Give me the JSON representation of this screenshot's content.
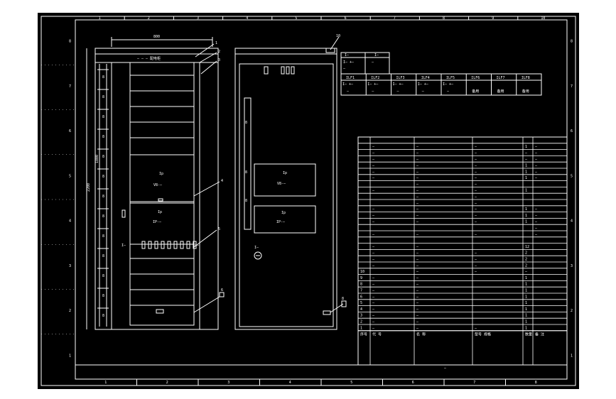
{
  "colors": {
    "background": "#000000",
    "line": "#ffffff",
    "page": "#ffffff"
  },
  "frame": {
    "top_columns": [
      "1",
      "2",
      "3",
      "4",
      "5",
      "6",
      "7",
      "8",
      "9",
      "10"
    ],
    "bottom_columns": [
      "1",
      "2",
      "3",
      "4",
      "5",
      "6",
      "7",
      "8"
    ],
    "row_markers": [
      "8",
      "7",
      "6",
      "5",
      "4",
      "3",
      "2",
      "1"
    ]
  },
  "front_view": {
    "title_label": "— — —  配电柜",
    "width_dim": "800",
    "height_dim": "2200",
    "inner_height_dim": "1800",
    "callouts": [
      "1",
      "2",
      "3",
      "4",
      "5",
      "6"
    ],
    "side_dims": [
      "8",
      "8",
      "8",
      "8",
      "8",
      "8",
      "8",
      "8",
      "8",
      "8",
      "8",
      "8",
      "8"
    ],
    "panel1_label": "Ip",
    "panel1_value": "V8-—",
    "panel2_label": "Ip",
    "panel2_value": "IP-—",
    "left_tag": "I—",
    "right_tag": "IL—"
  },
  "side_view": {
    "callout_top": "10",
    "panel1_label": "Ip",
    "panel1_value": "V8-—",
    "panel2_label": "Ip",
    "panel2_value": "IP-—",
    "meter_tag": "I—",
    "callout_bottom": "8"
  },
  "circuit_table": {
    "top_row": [
      "I—",
      "I—",
      "—"
    ],
    "row_a": [
      "I— +—",
      "—"
    ],
    "header": [
      "ILF1",
      "ILF2",
      "ILF3",
      "ILF4",
      "ILF5",
      "ILF6",
      "ILF7",
      "ILF8"
    ],
    "spec": [
      "I— +—",
      "I— +—",
      "I— +—",
      "I— +—",
      "I— +—"
    ],
    "use": [
      "—",
      "—",
      "—",
      "—",
      "—",
      "备用",
      "备用",
      "备用"
    ]
  },
  "parts_list": {
    "rows": [
      [
        "",
        "",
        "",
        "",
        "",
        ""
      ],
      [
        "",
        "—",
        "—",
        "—",
        "1",
        "—"
      ],
      [
        "",
        "—",
        "—",
        "—",
        "—",
        "—"
      ],
      [
        "",
        "—",
        "—",
        "—",
        "—",
        "—"
      ],
      [
        "",
        "—",
        "—",
        "—",
        "1",
        "—"
      ],
      [
        "",
        "—",
        "—",
        "—",
        "1",
        "—"
      ],
      [
        "",
        "—",
        "—",
        "—",
        "1",
        "—"
      ],
      [
        "",
        "",
        "—",
        "—",
        "",
        ""
      ],
      [
        "",
        "—",
        "—",
        "—",
        "1",
        ""
      ],
      [
        "",
        "",
        "—",
        "—",
        "",
        ""
      ],
      [
        "",
        "",
        "—",
        "—",
        "",
        ""
      ],
      [
        "",
        "—",
        "—",
        "—",
        "1",
        "—"
      ],
      [
        "",
        "—",
        "—",
        "—",
        "1",
        "—"
      ],
      [
        "",
        "—",
        "—",
        "—",
        "1",
        "—"
      ],
      [
        "",
        "",
        "",
        "",
        "",
        "—"
      ],
      [
        "",
        "—",
        "—",
        "—",
        "",
        "—"
      ],
      [
        "",
        "",
        "",
        "",
        "",
        ""
      ],
      [
        "",
        "—",
        "—",
        "",
        "12",
        ""
      ],
      [
        "",
        "—",
        "—",
        "—",
        "2",
        ""
      ],
      [
        "",
        "—",
        "—",
        "—",
        "2",
        ""
      ],
      [
        "",
        "—",
        "—",
        "—",
        "2",
        ""
      ],
      [
        "10",
        "",
        "—",
        "—",
        "—",
        ""
      ],
      [
        "9",
        "—",
        "—",
        "",
        "1",
        ""
      ],
      [
        "8",
        "—",
        "—",
        "",
        "1",
        ""
      ],
      [
        "7",
        "—",
        "—",
        "",
        "1",
        ""
      ],
      [
        "6",
        "—",
        "—",
        "",
        "1",
        ""
      ],
      [
        "5",
        "—",
        "—",
        "",
        "1",
        ""
      ],
      [
        "4",
        "—",
        "—",
        "",
        "1",
        ""
      ],
      [
        "3",
        "—",
        "—",
        "",
        "1",
        ""
      ],
      [
        "2",
        "—",
        "—",
        "",
        "1",
        ""
      ],
      [
        "1",
        "—",
        "—",
        "—",
        "1",
        ""
      ]
    ],
    "header": [
      "序号",
      "代 号",
      "名  称",
      "型号 规格",
      "数量",
      "备 注"
    ]
  },
  "title_block": {
    "drawing_title": "—"
  }
}
